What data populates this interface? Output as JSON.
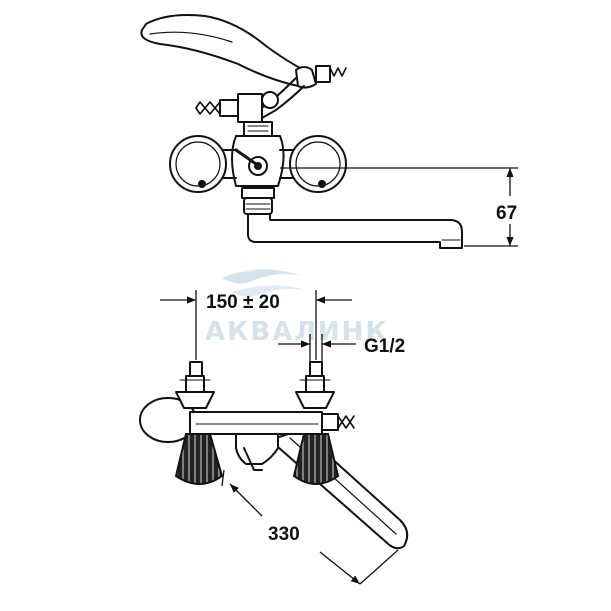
{
  "diagram": {
    "watermark": "АКВАЛИНК",
    "dimensions": {
      "height_label": "67",
      "spacing_label": "150 ± 20",
      "thread_label": "G1/2",
      "spout_label": "330"
    }
  },
  "colors": {
    "line": "#111111",
    "watermark": "#d6e2ea",
    "background": "#ffffff"
  }
}
